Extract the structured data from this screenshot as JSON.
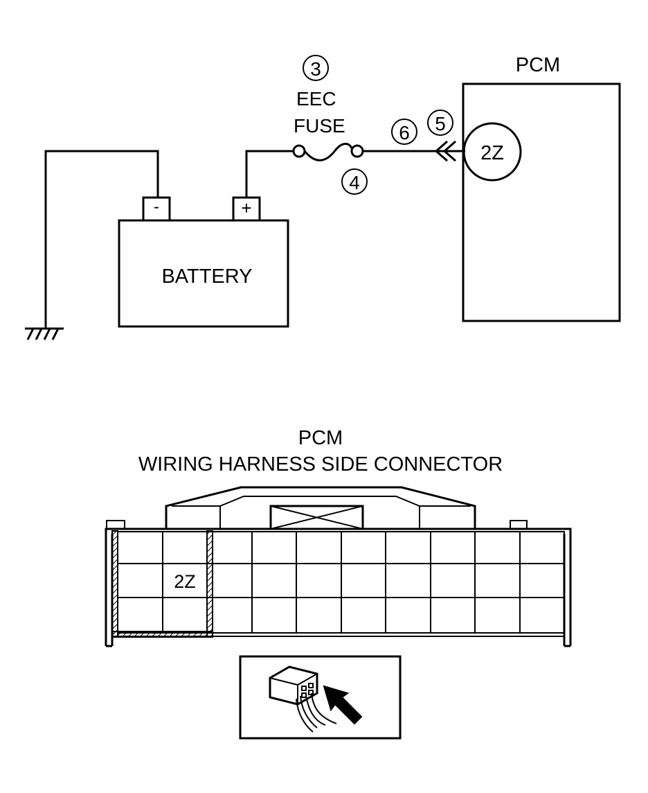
{
  "circuit": {
    "pcm_title": "PCM",
    "fuse_number": "3",
    "fuse_label_line1": "EEC",
    "fuse_label_line2": "FUSE",
    "fuse_out_number": "4",
    "wire_number": "6",
    "connector_number": "5",
    "terminal_label": "2Z",
    "battery_label": "BATTERY",
    "battery_neg": "-",
    "battery_pos": "+"
  },
  "connector_view": {
    "title_line1": "PCM",
    "title_line2": "WIRING HARNESS SIDE CONNECTOR",
    "terminal_label": "2Z",
    "grid_rows": 3,
    "grid_cols": 10,
    "highlight_cell": {
      "row": 2,
      "col": 2
    }
  }
}
